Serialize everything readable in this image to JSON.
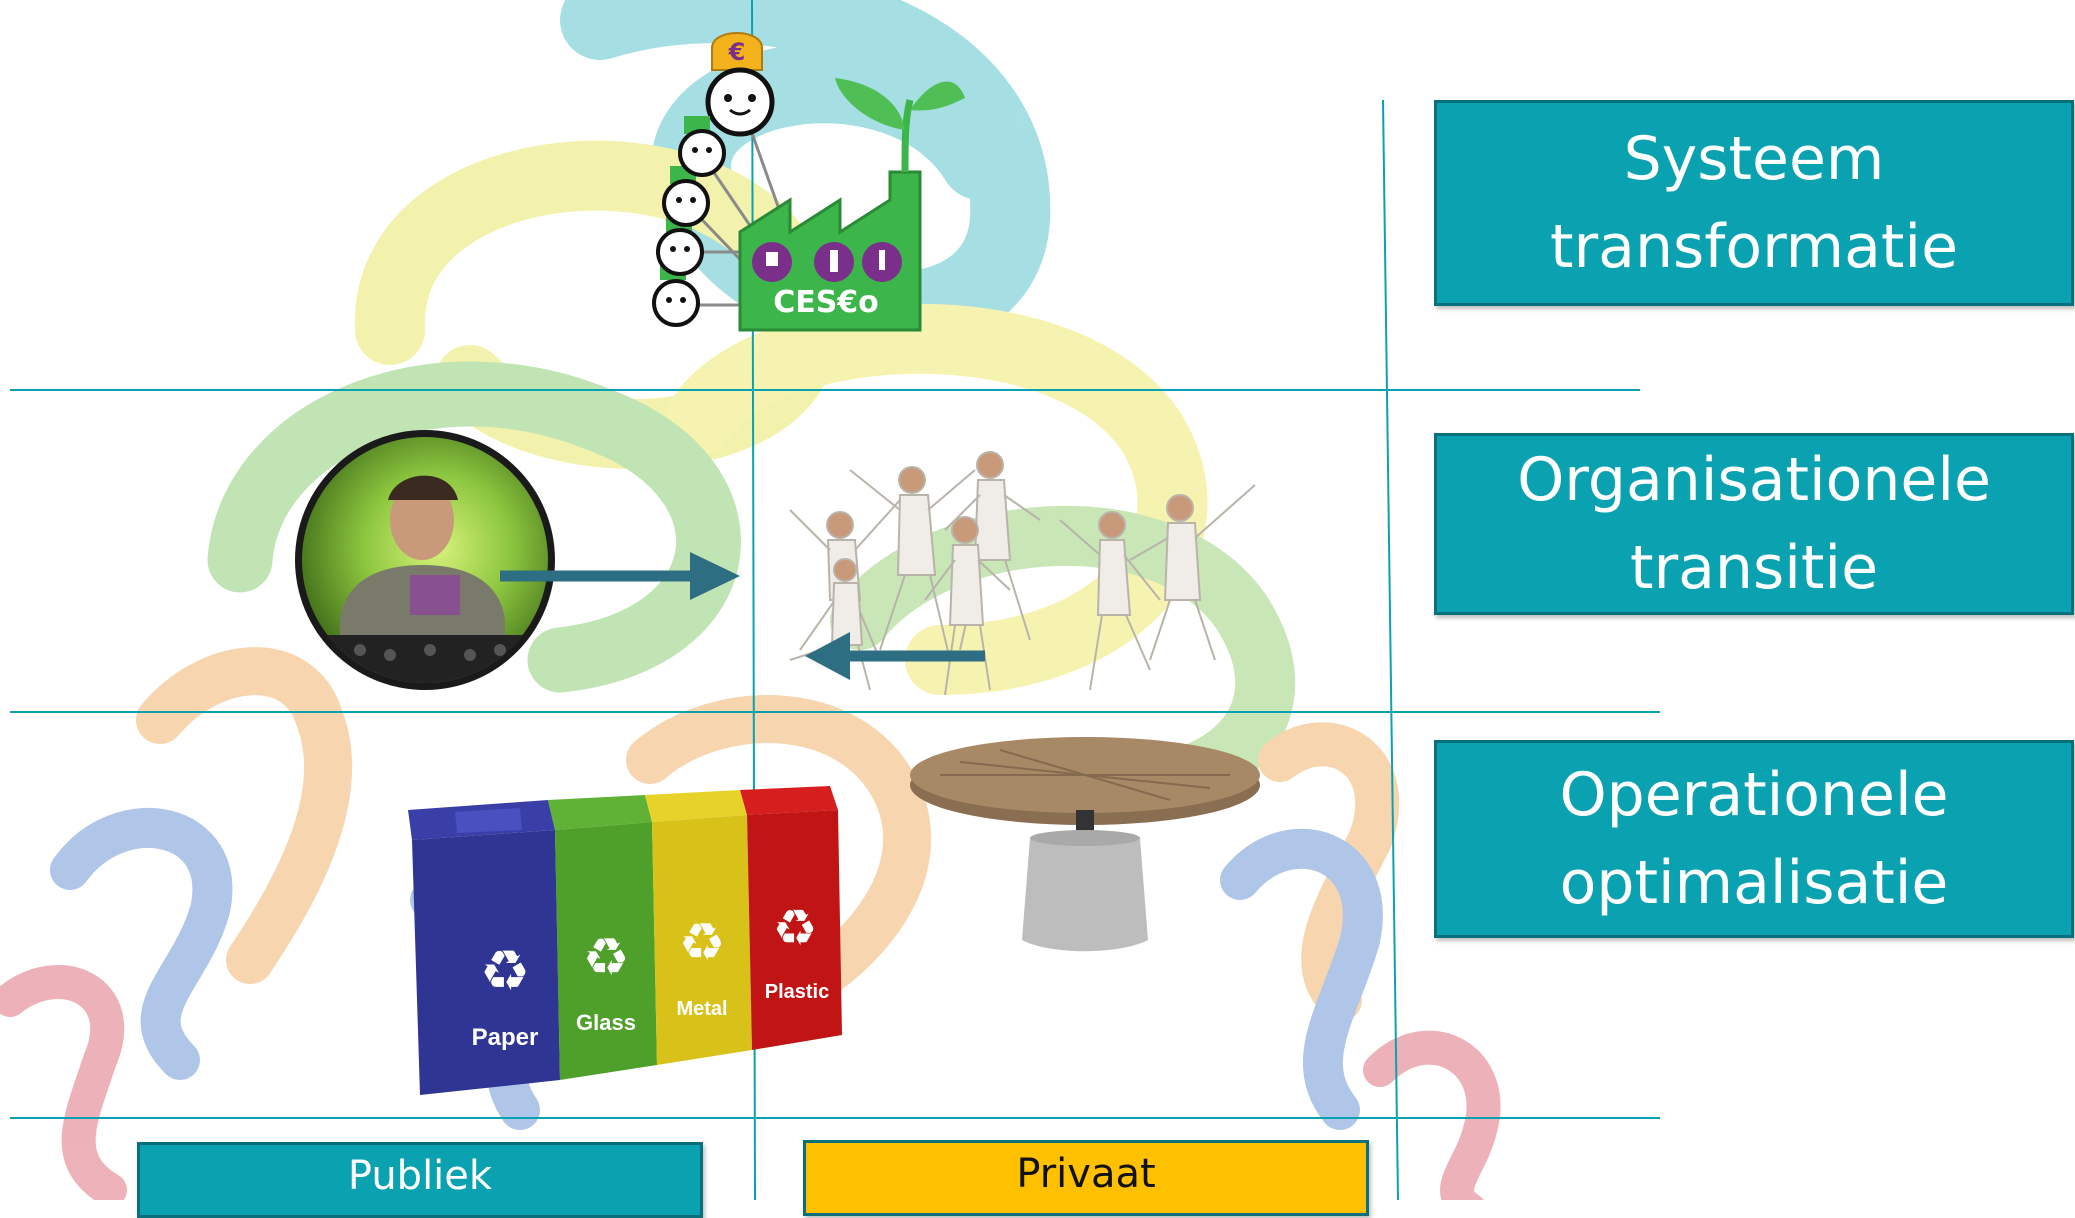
{
  "levels": [
    {
      "label": "Systeem\ntransformatie"
    },
    {
      "label": "Organisationele\ntransitie"
    },
    {
      "label": "Operationele\noptimalisatie"
    }
  ],
  "axis": {
    "publiek": "Publiek",
    "privaat": "Privaat"
  },
  "ceseo": {
    "name": "CES€o",
    "coin_symbol": "€"
  },
  "bins": [
    "Paper",
    "Glass",
    "Metal",
    "Plastic"
  ],
  "colors": {
    "teal": "#0aa2b0",
    "privaat": "#ffc000",
    "arrow": "#2d6e82",
    "factory_green": "#3cb54a",
    "grid": "#0aa2b0"
  }
}
